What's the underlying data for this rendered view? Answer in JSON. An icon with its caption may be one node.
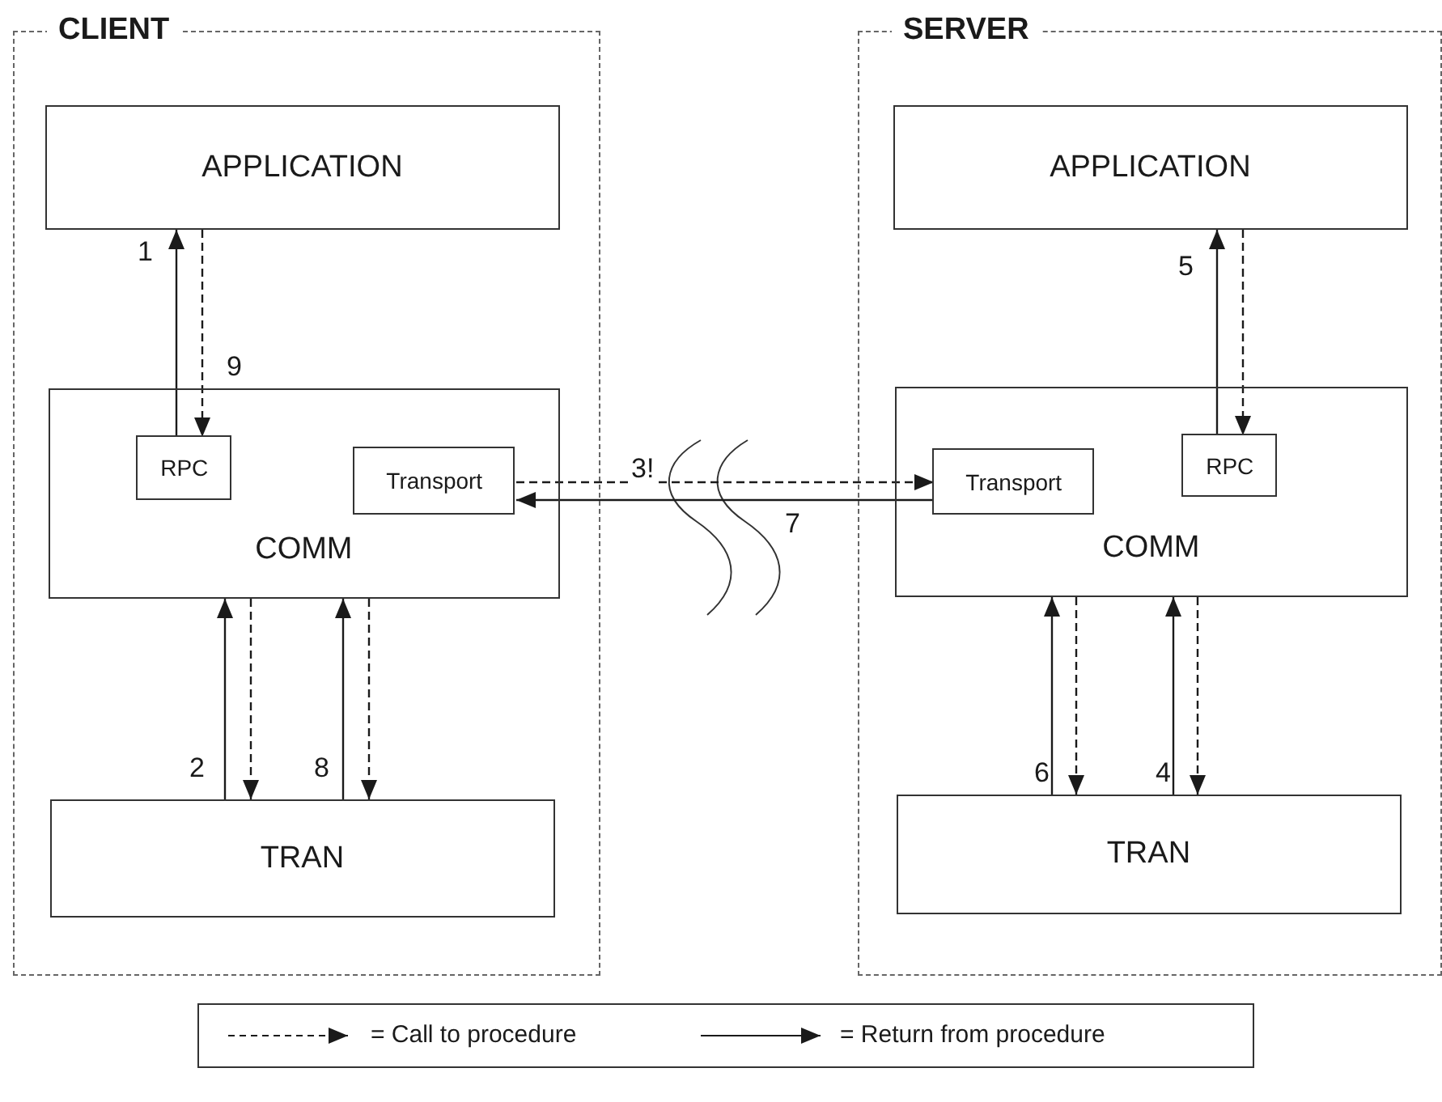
{
  "diagram": {
    "nodes": [
      {
        "text": [
          "CLIENT"
        ]
      },
      {
        "text": [
          "APPLICATION"
        ],
        "in": 0
      },
      {
        "text": [
          "COMM"
        ],
        "in": 0
      },
      {
        "text": [
          "RPC"
        ],
        "in": 2
      },
      {
        "text": [
          "Transport"
        ],
        "in": 2
      },
      {
        "text": [
          "TRAN"
        ],
        "in": 0
      },
      {
        "text": [
          "SERVER"
        ]
      },
      {
        "text": [
          "APPLICATION"
        ],
        "in": 6
      },
      {
        "text": [
          "COMM"
        ],
        "in": 6
      },
      {
        "text": [
          "Transport"
        ],
        "in": 8
      },
      {
        "text": [
          "RPC"
        ],
        "in": 8
      },
      {
        "text": [
          "TRAN"
        ],
        "in": 6
      }
    ],
    "edges": [
      {
        "from": 3,
        "to": 1,
        "arrow": "to",
        "label": "1"
      },
      {
        "from": 1,
        "to": 3,
        "arrow": "to",
        "style": "dashed",
        "label": "9"
      },
      {
        "from": 5,
        "to": 2,
        "arrow": "to",
        "label": "2"
      },
      {
        "from": 2,
        "to": 5,
        "arrow": "to",
        "style": "dashed"
      },
      {
        "from": 5,
        "to": 2,
        "arrow": "to",
        "label": "8"
      },
      {
        "from": 2,
        "to": 5,
        "arrow": "to",
        "style": "dashed"
      },
      {
        "from": 4,
        "to": 9,
        "arrow": "to",
        "style": "dashed",
        "label": "3!"
      },
      {
        "from": 9,
        "to": 4,
        "arrow": "to",
        "label": "7"
      },
      {
        "from": 10,
        "to": 7,
        "arrow": "to",
        "label": "5"
      },
      {
        "from": 7,
        "to": 10,
        "arrow": "to",
        "style": "dashed"
      },
      {
        "from": 11,
        "to": 8,
        "arrow": "to",
        "label": "6"
      },
      {
        "from": 8,
        "to": 11,
        "arrow": "to",
        "style": "dashed"
      },
      {
        "from": 11,
        "to": 8,
        "arrow": "to",
        "label": "4"
      },
      {
        "from": 8,
        "to": 11,
        "arrow": "to",
        "style": "dashed"
      }
    ],
    "legend": [
      {
        "text": "= Call to procedure"
      },
      {
        "text": "= Return from procedure"
      }
    ]
  }
}
